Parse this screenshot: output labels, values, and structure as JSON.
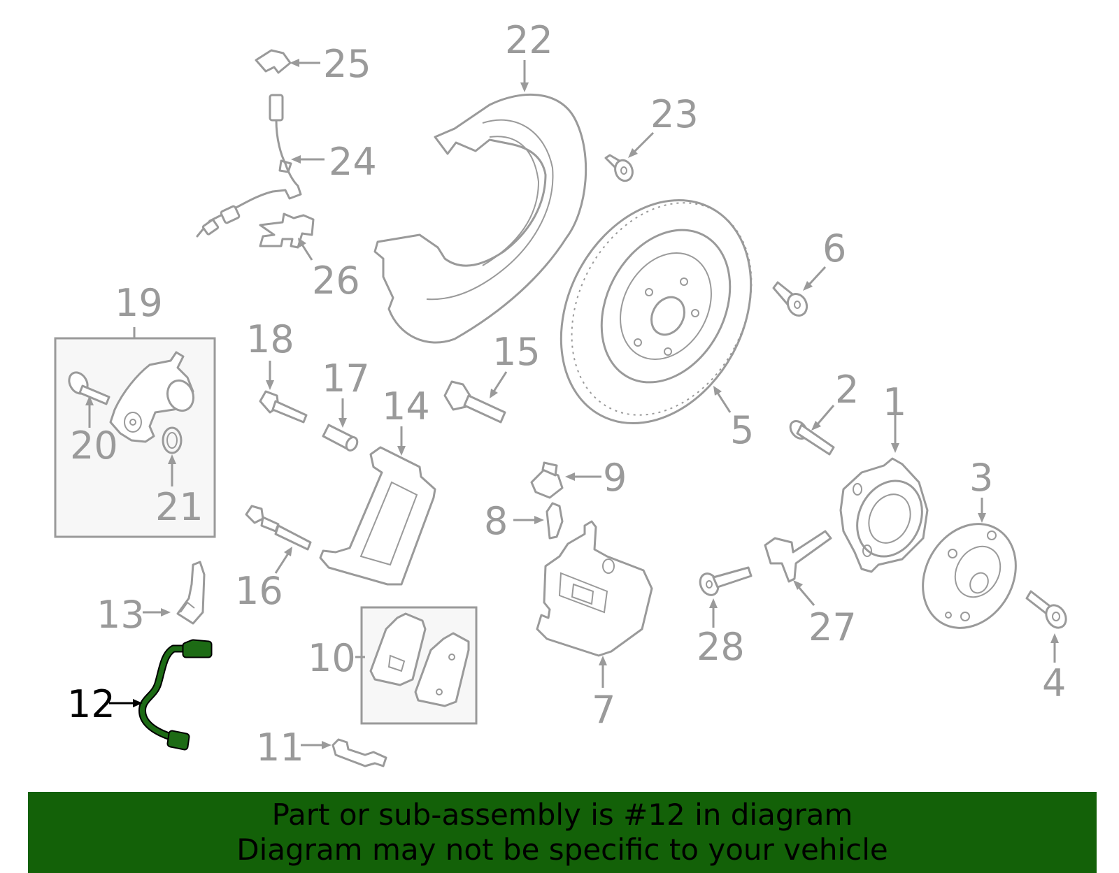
{
  "diagram": {
    "callouts": {
      "c1": "1",
      "c2": "2",
      "c3": "3",
      "c4": "4",
      "c5": "5",
      "c6": "6",
      "c7": "7",
      "c8": "8",
      "c9": "9",
      "c10": "10",
      "c11": "11",
      "c12": "12",
      "c13": "13",
      "c14": "14",
      "c15": "15",
      "c16": "16",
      "c17": "17",
      "c18": "18",
      "c19": "19",
      "c20": "20",
      "c21": "21",
      "c22": "22",
      "c23": "23",
      "c24": "24",
      "c25": "25",
      "c26": "26",
      "c27": "27",
      "c28": "28"
    },
    "highlighted_part": "12",
    "highlight_color": "#1d6b15",
    "part_color": "#9a9a9a"
  },
  "banner": {
    "line1": "Part or sub-assembly is #12 in diagram",
    "line2": "Diagram may not be specific to your vehicle",
    "background": "#136108"
  }
}
